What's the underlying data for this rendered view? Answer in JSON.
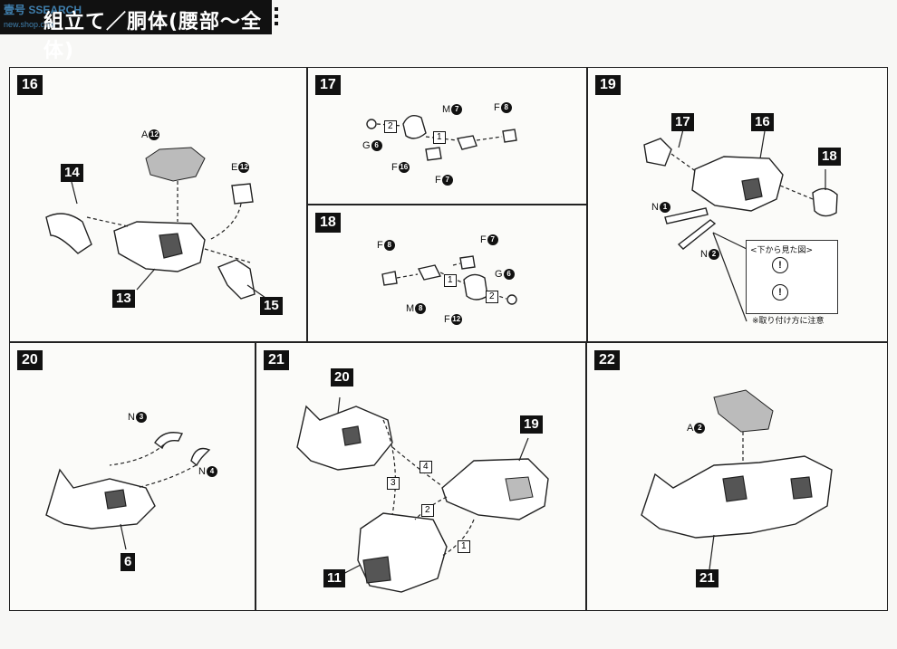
{
  "header": {
    "title": "組立て／胴体(腰部～全体)",
    "watermark": "壹号 SSEARCH",
    "watermark_sub": "new.shop.com"
  },
  "steps": {
    "s16": {
      "number": "16",
      "callouts": [
        "14",
        "13",
        "15"
      ],
      "parts": [
        {
          "letter": "A",
          "num": "12"
        },
        {
          "letter": "E",
          "num": "12"
        }
      ]
    },
    "s17": {
      "number": "17",
      "parts": [
        {
          "letter": "M",
          "num": "7"
        },
        {
          "letter": "F",
          "num": "8"
        },
        {
          "letter": "G",
          "num": "6"
        },
        {
          "letter": "F",
          "num": "16"
        },
        {
          "letter": "F",
          "num": "7"
        }
      ],
      "seq": [
        "2",
        "1"
      ]
    },
    "s18": {
      "number": "18",
      "parts": [
        {
          "letter": "F",
          "num": "8"
        },
        {
          "letter": "F",
          "num": "7"
        },
        {
          "letter": "G",
          "num": "6"
        },
        {
          "letter": "M",
          "num": "8"
        },
        {
          "letter": "F",
          "num": "12"
        }
      ],
      "seq": [
        "1",
        "2"
      ]
    },
    "s19": {
      "number": "19",
      "callouts": [
        "17",
        "16",
        "18"
      ],
      "parts": [
        {
          "letter": "N",
          "num": "1"
        },
        {
          "letter": "N",
          "num": "2"
        }
      ],
      "note_title": "<下から見た図>",
      "note_foot": "※取り付け方に注意",
      "note_mark": "!"
    },
    "s20": {
      "number": "20",
      "callouts": [
        "6"
      ],
      "parts": [
        {
          "letter": "N",
          "num": "3"
        },
        {
          "letter": "N",
          "num": "4"
        }
      ]
    },
    "s21": {
      "number": "21",
      "callouts": [
        "20",
        "19",
        "11"
      ],
      "seq": [
        "3",
        "4",
        "2",
        "1"
      ]
    },
    "s22": {
      "number": "22",
      "callouts": [
        "21"
      ],
      "parts": [
        {
          "letter": "A",
          "num": "2"
        }
      ]
    }
  }
}
